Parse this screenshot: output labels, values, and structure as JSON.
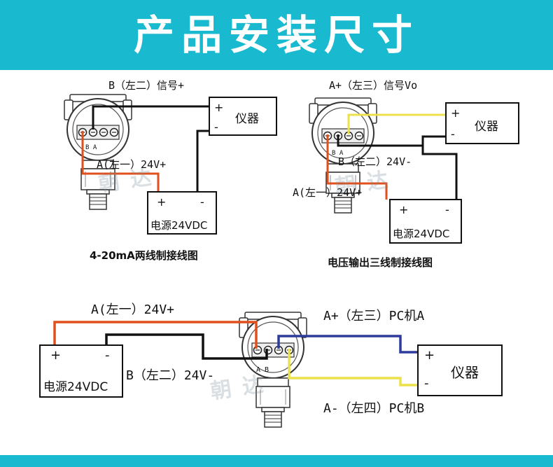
{
  "header": {
    "title": "产品安装尺寸"
  },
  "watermark": "朝达",
  "colors": {
    "banner": "#19b9cf",
    "red_wire": "#e14f1c",
    "yellow_wire": "#ece14a",
    "blue_wire": "#2e3b9d",
    "black_wire": "#111111"
  },
  "diagram1": {
    "caption": "4-20mA两线制接线图",
    "signal_label": "B（左二）信号+",
    "power_label": "A(左一）24V+",
    "instrument": {
      "name": "仪器",
      "plus": "+",
      "minus": "-"
    },
    "power_supply": {
      "name": "电源24VDC",
      "plus": "+",
      "minus": "-"
    },
    "terminal_marks": "B  A"
  },
  "diagram2": {
    "caption": "电压输出三线制接线图",
    "signal_label": "A+（左三）信号Vo",
    "neg_label": "B（左二）24V-",
    "power_label": "A(左一）24V+",
    "instrument": {
      "name": "仪器",
      "plus": "+",
      "minus": "-"
    },
    "power_supply": {
      "name": "电源24VDC",
      "plus": "+",
      "minus": "-"
    },
    "terminal_marks": "B  A"
  },
  "diagram3": {
    "power_label": "A(左一）24V+",
    "neg_label": "B（左二）24V-",
    "pc_a_label": "A+（左三）PC机A",
    "pc_b_label": "A-（左四）PC机B",
    "instrument": {
      "name": "仪器",
      "plus": "+",
      "minus": "-"
    },
    "power_supply": {
      "name": "电源24VDC",
      "plus": "+",
      "minus": "-"
    },
    "terminal_marks": "A  B"
  }
}
